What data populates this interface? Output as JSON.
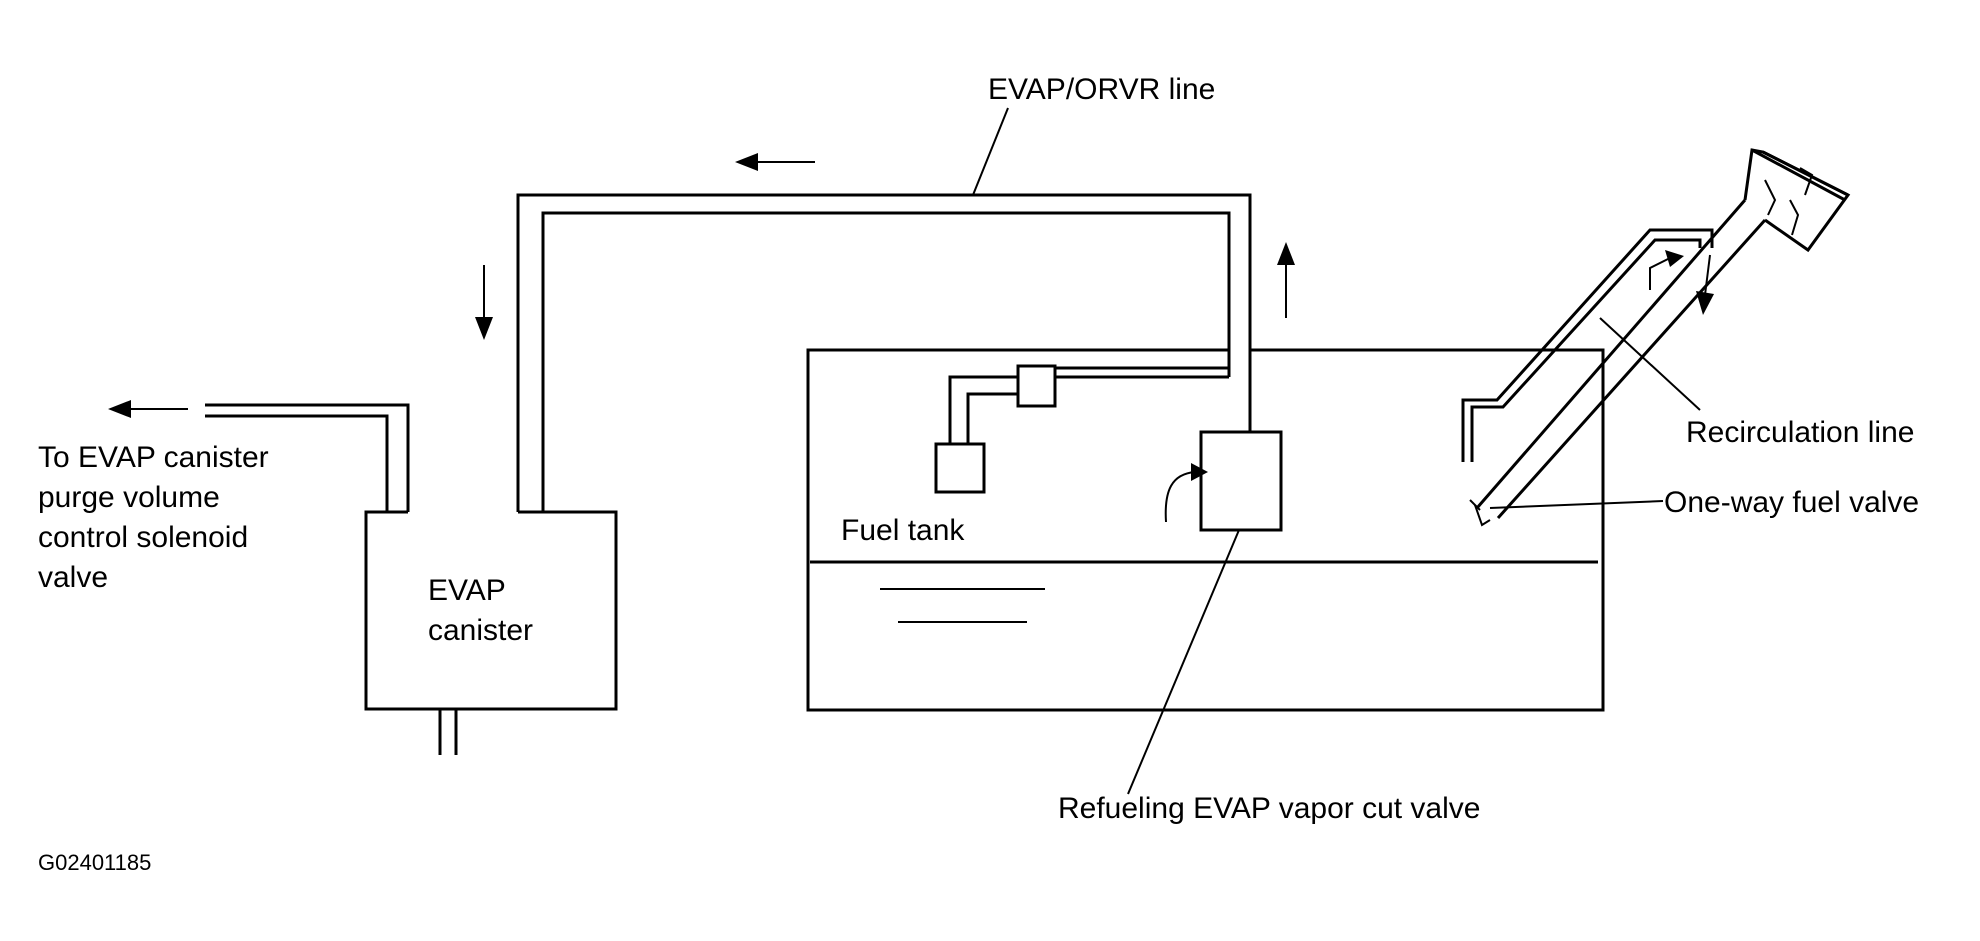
{
  "labels": {
    "evap_orvr_line": "EVAP/ORVR line",
    "to_evap_1": "To EVAP canister",
    "to_evap_2": "purge volume",
    "to_evap_3": "control solenoid",
    "to_evap_4": "valve",
    "canister_1": "EVAP",
    "canister_2": "canister",
    "fuel_tank": "Fuel tank",
    "recirculation_line": "Recirculation line",
    "one_way_valve": "One-way fuel valve",
    "vapor_cut_valve": "Refueling EVAP vapor cut valve",
    "figure_code": "G02401185"
  }
}
